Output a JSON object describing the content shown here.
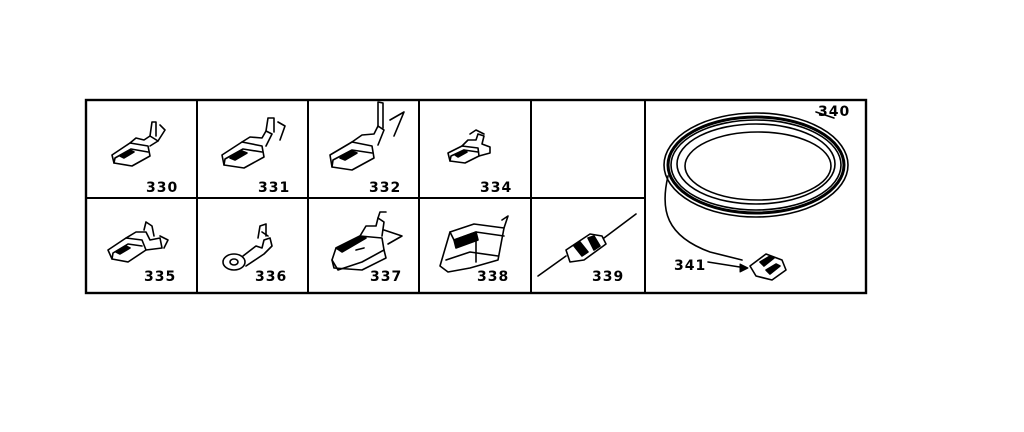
{
  "parts": [
    {
      "number": "330",
      "icon": "female-spade-terminal-icon"
    },
    {
      "number": "331",
      "icon": "female-spade-terminal-icon"
    },
    {
      "number": "332",
      "icon": "female-spade-terminal-icon"
    },
    {
      "number": "334",
      "icon": "small-spade-terminal-icon"
    },
    {
      "number": "335",
      "icon": "flag-terminal-icon"
    },
    {
      "number": "336",
      "icon": "ring-terminal-icon"
    },
    {
      "number": "337",
      "icon": "insulated-terminal-icon"
    },
    {
      "number": "338",
      "icon": "terminal-cover-icon"
    },
    {
      "number": "339",
      "icon": "resistor-icon"
    },
    {
      "number": "340",
      "icon": "wire-coil-icon"
    },
    {
      "number": "341",
      "icon": "wire-connector-nut-icon"
    }
  ],
  "colors": {
    "line": "#000000",
    "background": "#ffffff"
  }
}
